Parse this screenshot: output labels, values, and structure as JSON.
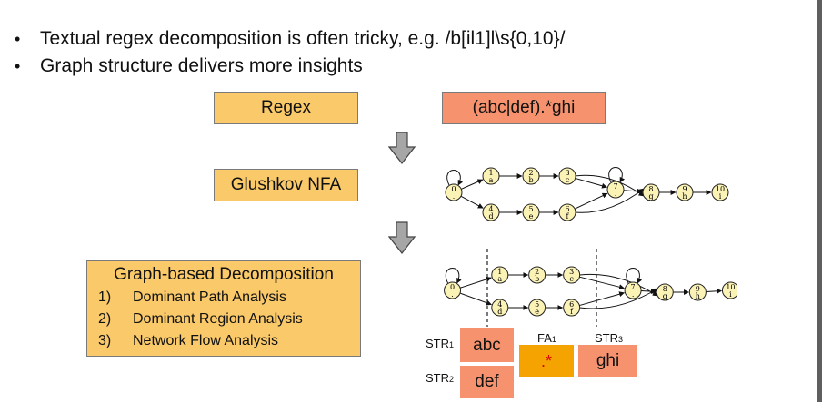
{
  "bullets": [
    "Textual regex decomposition is often tricky, e.g. /b[il1]l\\s{0,10}/",
    "Graph structure delivers more insights"
  ],
  "boxes": {
    "regex": "Regex",
    "regex_example": "(abc|def).*ghi",
    "glushkov": "Glushkov NFA"
  },
  "decomposition": {
    "title": "Graph-based Decomposition",
    "items": [
      {
        "num": "1)",
        "label": "Dominant Path Analysis"
      },
      {
        "num": "2)",
        "label": "Dominant Region Analysis"
      },
      {
        "num": "3)",
        "label": "Network Flow Analysis"
      }
    ]
  },
  "graph_nodes": [
    {
      "id": "0",
      "sym": "."
    },
    {
      "id": "1",
      "sym": "a"
    },
    {
      "id": "2",
      "sym": "b"
    },
    {
      "id": "3",
      "sym": "c"
    },
    {
      "id": "4",
      "sym": "d"
    },
    {
      "id": "5",
      "sym": "e"
    },
    {
      "id": "6",
      "sym": "f"
    },
    {
      "id": "7",
      "sym": "."
    },
    {
      "id": "8",
      "sym": "g"
    },
    {
      "id": "9",
      "sym": "h"
    },
    {
      "id": "10",
      "sym": "i"
    }
  ],
  "graph_edges": [
    [
      "0",
      "0"
    ],
    [
      "0",
      "1"
    ],
    [
      "0",
      "4"
    ],
    [
      "1",
      "2"
    ],
    [
      "2",
      "3"
    ],
    [
      "4",
      "5"
    ],
    [
      "5",
      "6"
    ],
    [
      "3",
      "7"
    ],
    [
      "6",
      "7"
    ],
    [
      "3",
      "8"
    ],
    [
      "6",
      "8"
    ],
    [
      "7",
      "7"
    ],
    [
      "7",
      "8"
    ],
    [
      "8",
      "9"
    ],
    [
      "9",
      "10"
    ]
  ],
  "labels": {
    "str1": {
      "main": "STR",
      "sub": "1"
    },
    "str2": {
      "main": "STR",
      "sub": "2"
    },
    "fa1": {
      "main": "FA",
      "sub": "1"
    },
    "str3": {
      "main": "STR",
      "sub": "3"
    }
  },
  "parts": {
    "abc": "abc",
    "def": "def",
    "dotstar": ".*",
    "ghi": "ghi"
  },
  "colors": {
    "node_fill": "#fbf2b6",
    "box_yellow": "#f9c96a",
    "box_salmon": "#f6936e",
    "box_orange": "#f5a300",
    "arrow_gray": "#a6a6a6",
    "accent_red": "#d80000"
  }
}
